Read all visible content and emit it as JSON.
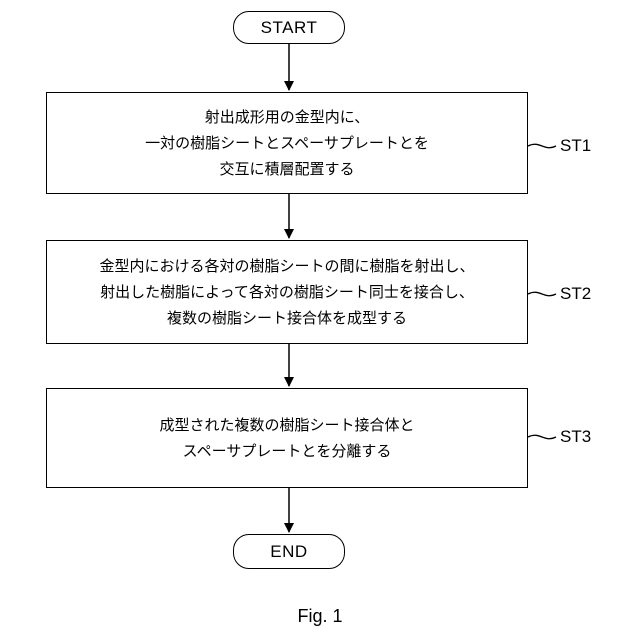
{
  "flowchart": {
    "start_label": "START",
    "end_label": "END",
    "steps": [
      {
        "id": "ST1",
        "label": "ST1",
        "lines": [
          "射出成形用の金型内に、",
          "一対の樹脂シートとスペーサプレートとを",
          "交互に積層配置する"
        ]
      },
      {
        "id": "ST2",
        "label": "ST2",
        "lines": [
          "金型内における各対の樹脂シートの間に樹脂を射出し、",
          "射出した樹脂によって各対の樹脂シート同士を接合し、",
          "複数の樹脂シート接合体を成型する"
        ]
      },
      {
        "id": "ST3",
        "label": "ST3",
        "lines": [
          "成型された複数の樹脂シート接合体と",
          "スペーサプレートとを分離する"
        ]
      }
    ]
  },
  "figure": {
    "caption": "Fig. 1"
  }
}
